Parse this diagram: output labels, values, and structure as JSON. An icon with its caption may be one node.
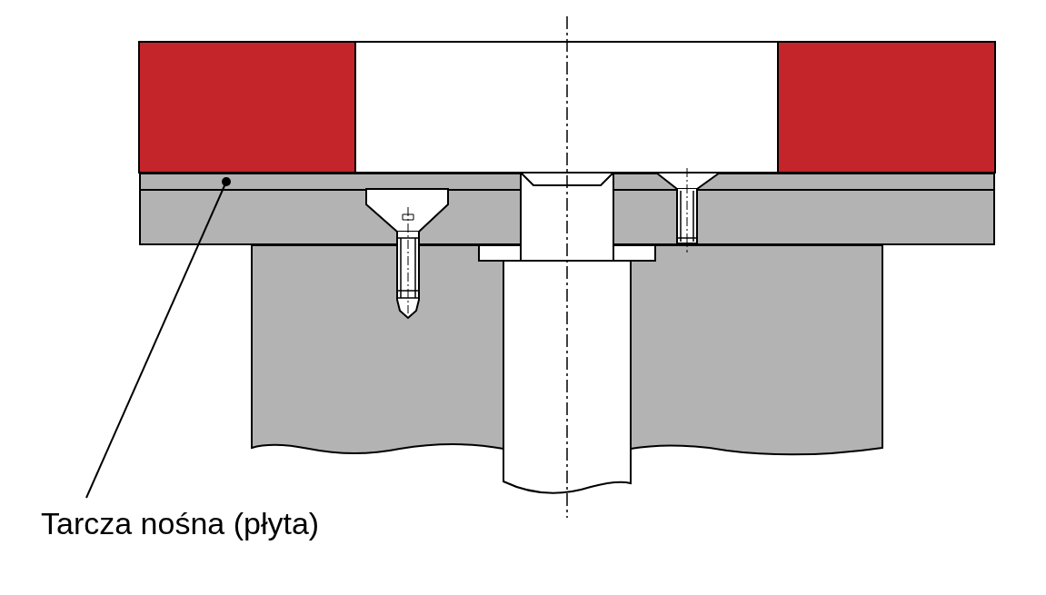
{
  "diagram": {
    "nodes": [
      {
        "text": [
          "Tarcza nośna (płyta)"
        ]
      },
      {
        "text": [],
        "shape": "box"
      }
    ],
    "edges": [
      {
        "from": 0,
        "to": 1,
        "arrow": "other"
      }
    ]
  }
}
